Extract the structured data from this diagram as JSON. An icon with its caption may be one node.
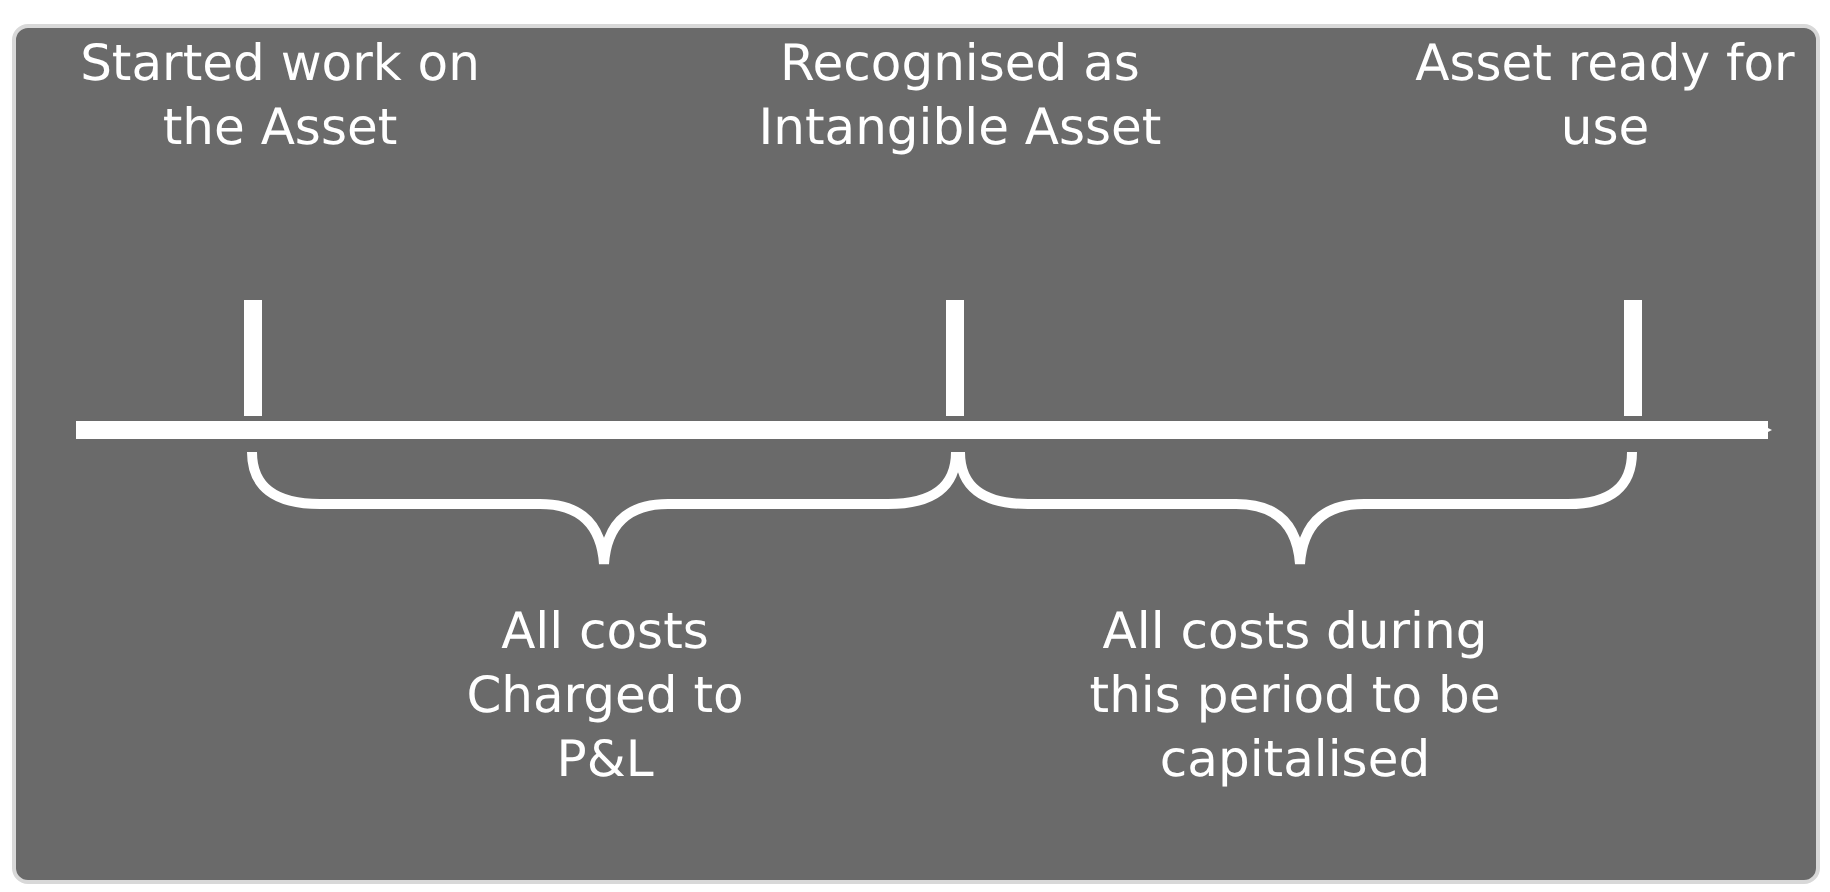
{
  "diagram": {
    "labels": [
      "Started work on the Asset",
      "Recognised as Intangible Asset",
      "Asset ready for use",
      "All costs Charged to P&L",
      "All costs during this period to be capitalised"
    ]
  }
}
